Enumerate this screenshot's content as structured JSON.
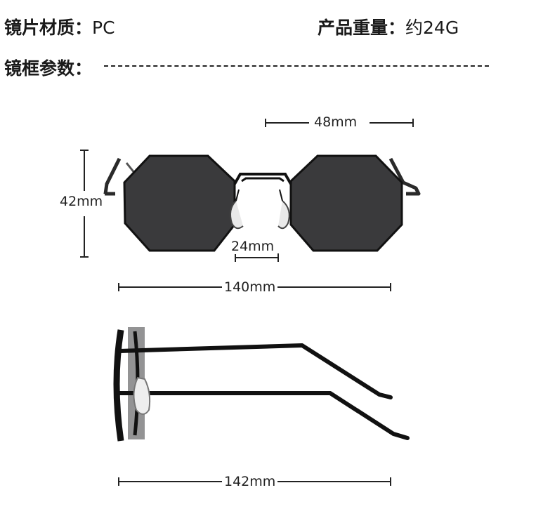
{
  "specs": {
    "lens_material": {
      "label": "镜片材质：",
      "value": "PC"
    },
    "weight": {
      "label": "产品重量：",
      "value": "约24G"
    },
    "frame_params": {
      "label": "镜框参数："
    }
  },
  "dimensions": {
    "lens_width": "48mm",
    "lens_height": "42mm",
    "bridge": "24mm",
    "frame_width": "140mm",
    "temple_length": "142mm"
  },
  "colors": {
    "lens": "#3a3a3c",
    "frame": "#111111",
    "text": "#1a1a1a"
  }
}
